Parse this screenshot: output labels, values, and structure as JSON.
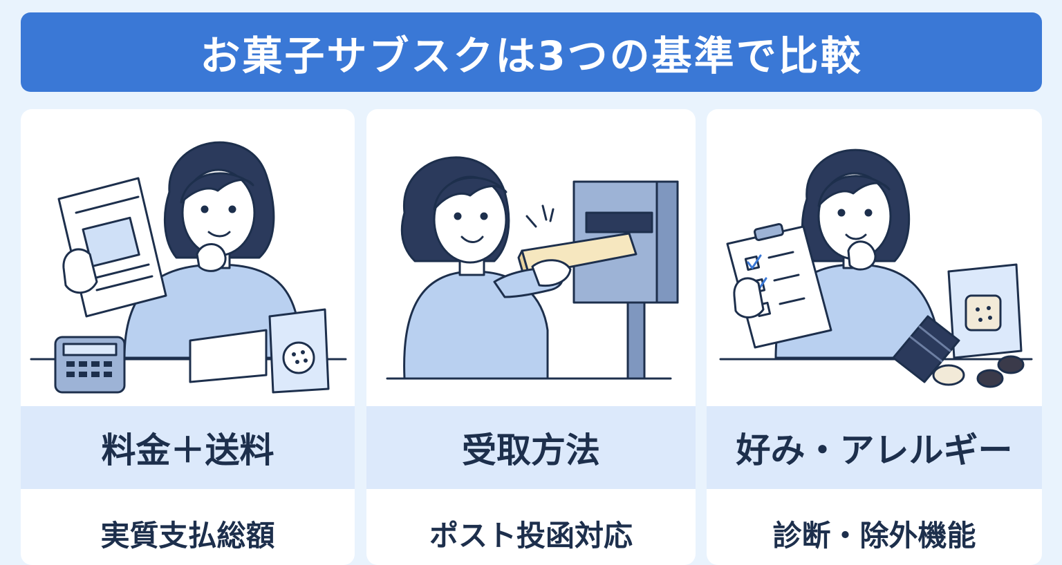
{
  "banner": {
    "title": "お菓子サブスクは3つの基準で比較"
  },
  "colors": {
    "banner": "#3a78d6",
    "background": "#e9f3fd",
    "band": "#dce9fb",
    "text": "#1d2f4c"
  },
  "cards": [
    {
      "label": "料金＋送料",
      "sub": "実質支払総額",
      "illustration": "woman-with-bill-and-calculator"
    },
    {
      "label": "受取方法",
      "sub": "ポスト投函対応",
      "illustration": "woman-posting-package"
    },
    {
      "label": "好み・アレルギー",
      "sub": "診断・除外機能",
      "illustration": "woman-with-checklist-and-snacks"
    }
  ]
}
